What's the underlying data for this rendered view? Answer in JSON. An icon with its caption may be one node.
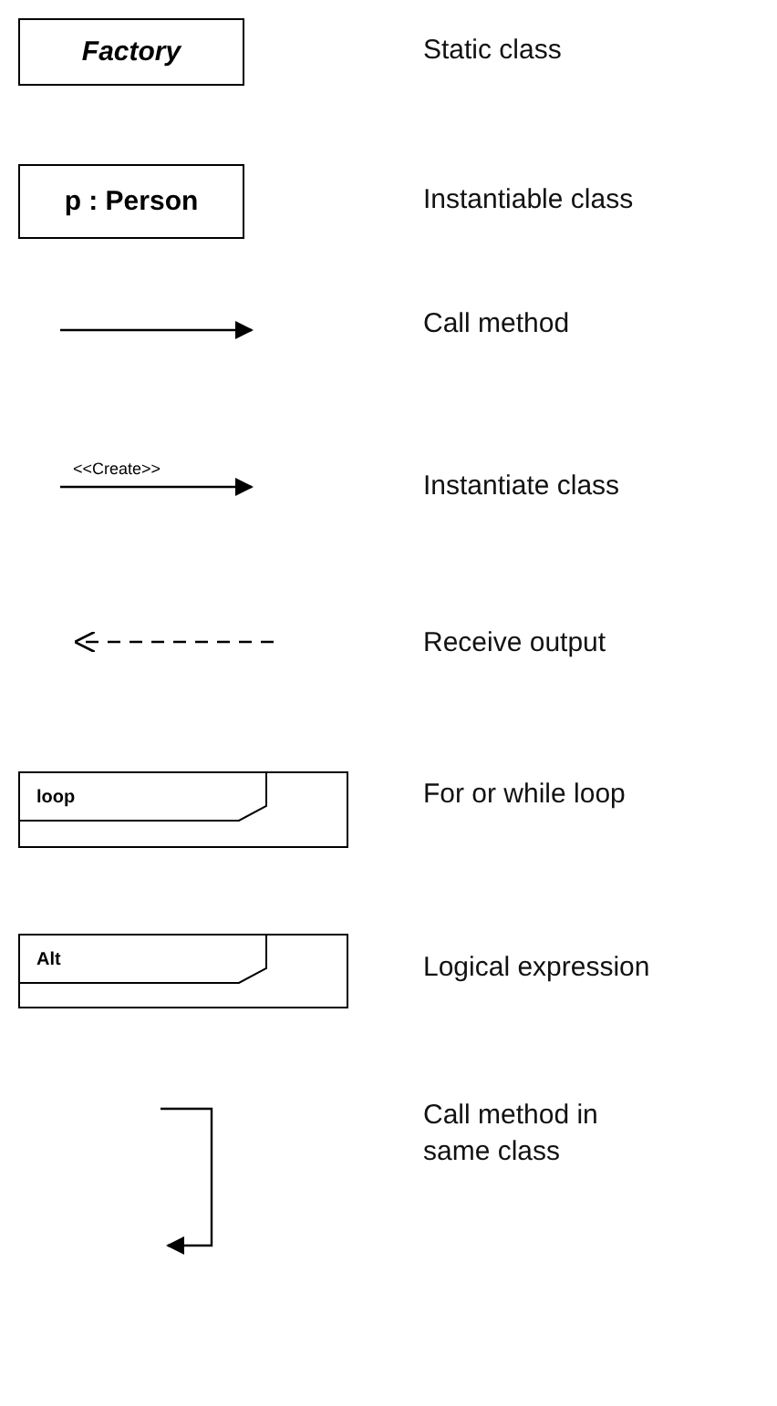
{
  "diagram": {
    "nodes": [
      {
        "text": [
          "Factory"
        ]
      },
      {
        "text": [
          "p : Person"
        ]
      },
      {
        "text": [
          "loop"
        ]
      },
      {
        "text": [
          "Alt"
        ]
      }
    ],
    "labels": [
      "<<Create>>"
    ],
    "legend": [
      {
        "text": "Static class"
      },
      {
        "text": "Instantiable class"
      },
      {
        "text": "Call method"
      },
      {
        "text": "Instantiate class"
      },
      {
        "text": "Receive output"
      },
      {
        "text": "For or while loop"
      },
      {
        "text": "Logical expression"
      },
      {
        "text": "Call method in same class"
      }
    ]
  }
}
